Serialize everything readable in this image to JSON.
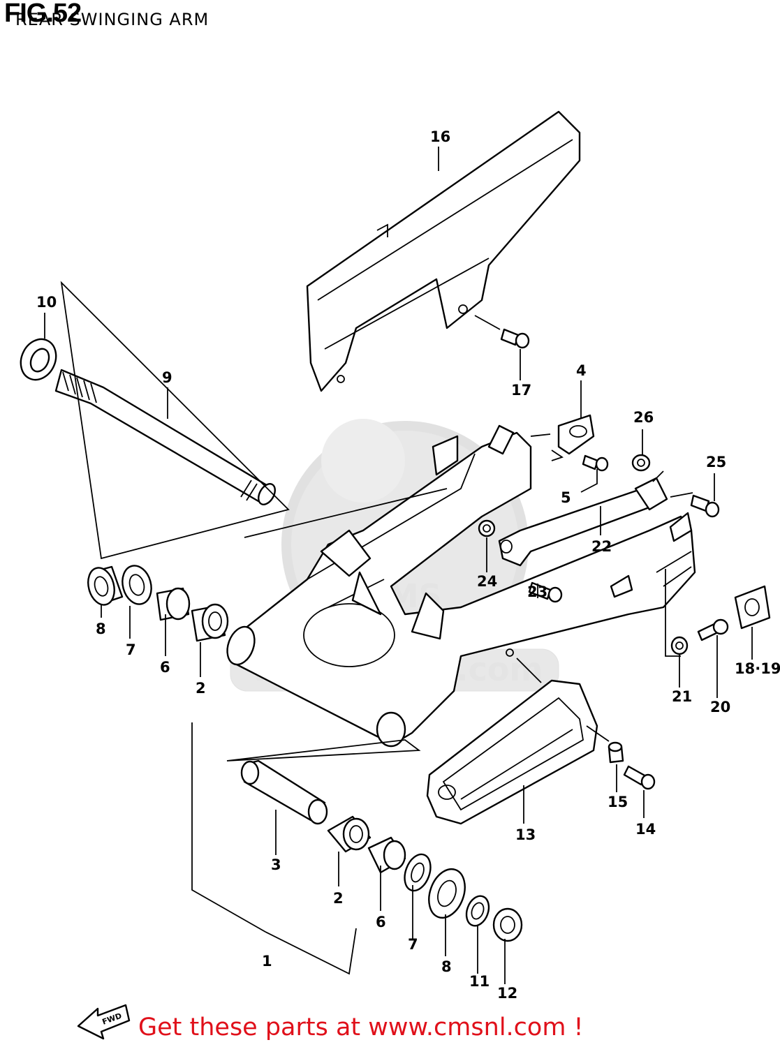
{
  "figure": {
    "number": "FIG.52",
    "title": "REAR SWINGING ARM"
  },
  "callouts": {
    "c1": "1",
    "c2": "2",
    "c3": "3",
    "c4": "4",
    "c5": "5",
    "c6": "6",
    "c7": "7",
    "c8": "8",
    "c9": "9",
    "c10": "10",
    "c11": "11",
    "c12": "12",
    "c13": "13",
    "c14": "14",
    "c15": "15",
    "c16": "16",
    "c17": "17",
    "c18_19": "18·19",
    "c20": "20",
    "c21": "21",
    "c22": "22",
    "c23": "23",
    "c24": "24",
    "c25": "25",
    "c26": "26"
  },
  "fwd_label": "FWD",
  "watermark": {
    "logo_text": "CMS",
    "url_text": "www.cmsnl.com"
  },
  "footer": {
    "link_text": "Get these parts at www.cmsnl.com !",
    "color": "#e0101a"
  }
}
